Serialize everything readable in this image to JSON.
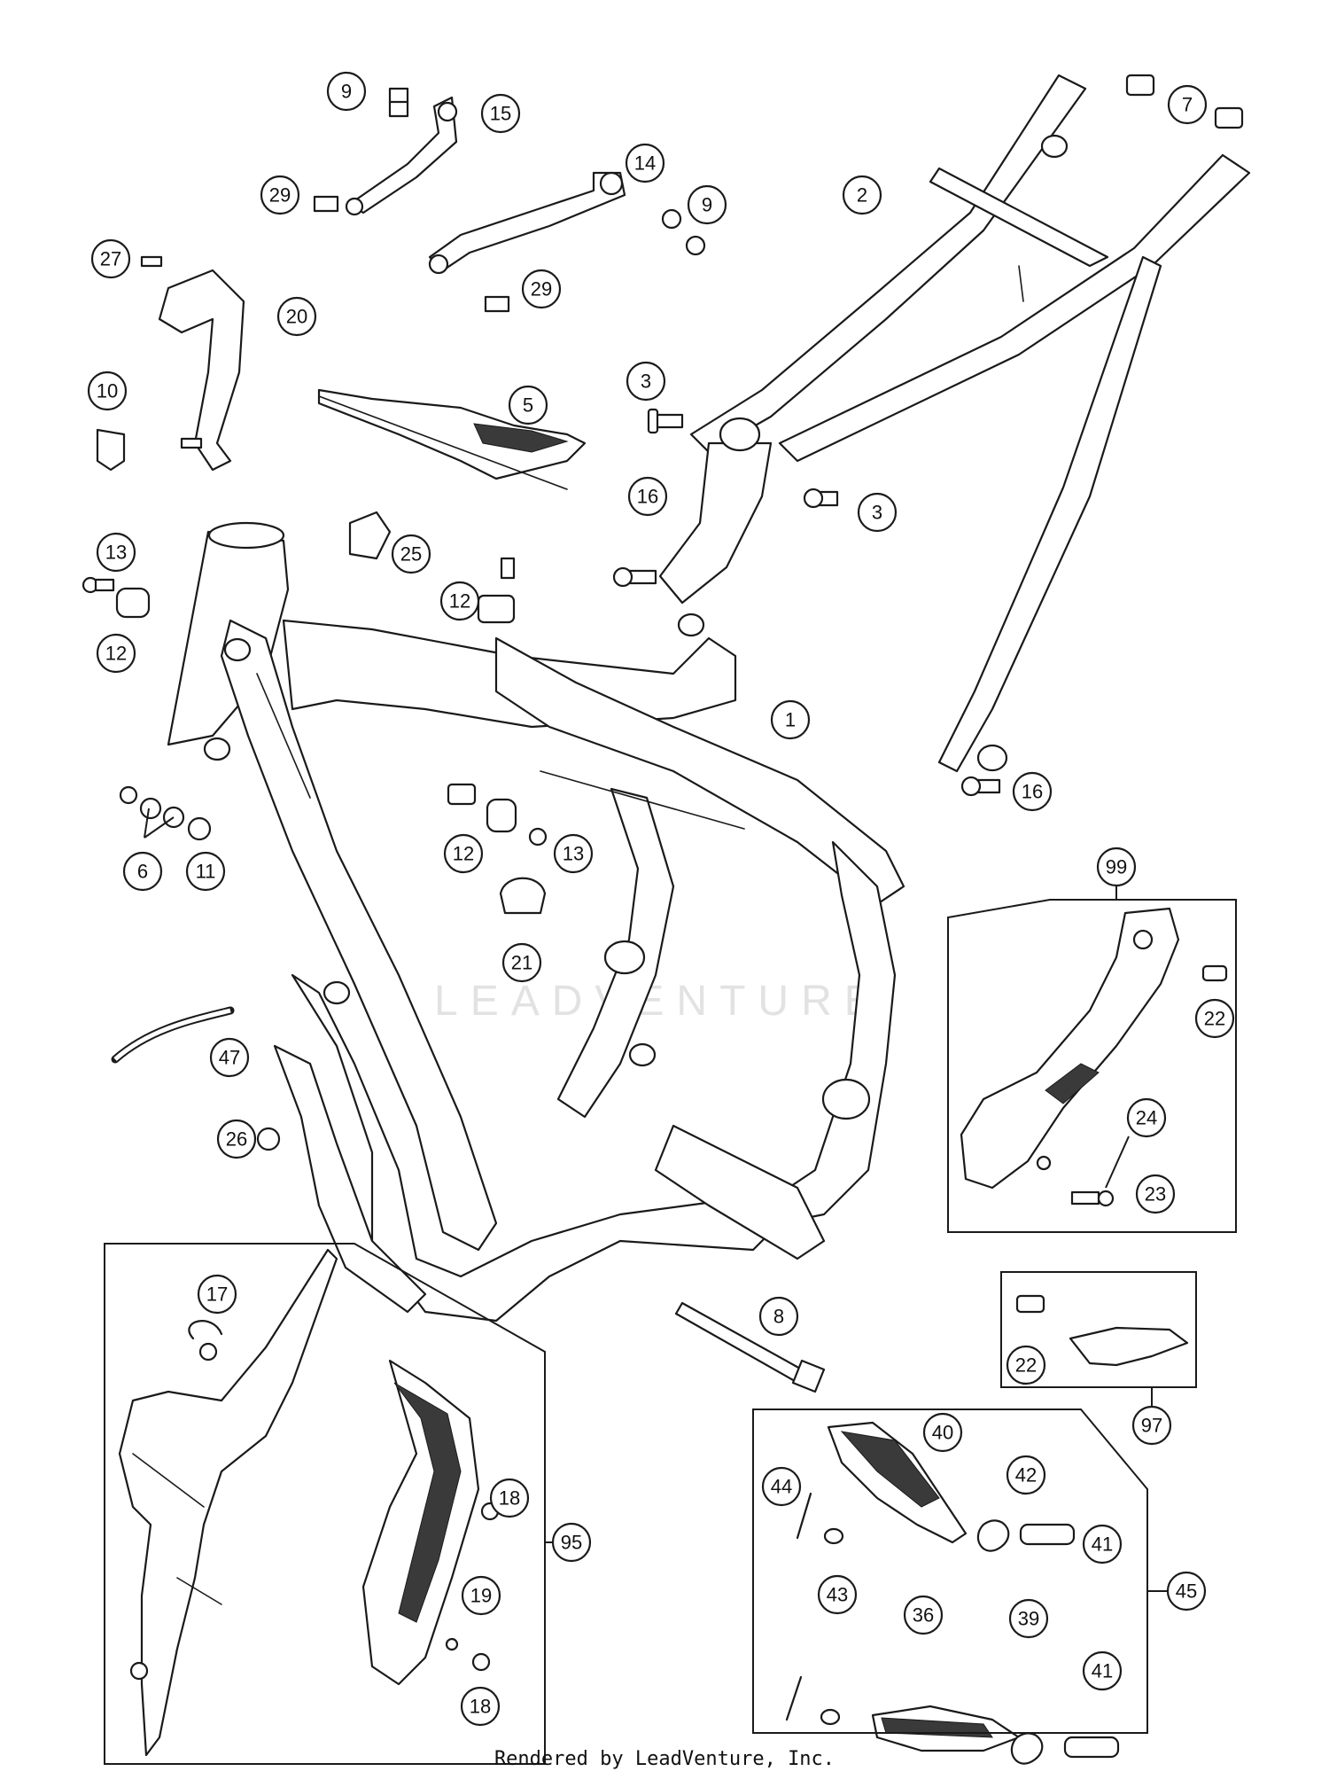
{
  "watermark": "LEADVENTURE",
  "footer": "Rendered by LeadVenture, Inc.",
  "callouts": [
    "1",
    "2",
    "3",
    "3",
    "5",
    "6",
    "7",
    "8",
    "9",
    "9",
    "10",
    "11",
    "12",
    "12",
    "12",
    "13",
    "13",
    "14",
    "15",
    "16",
    "16",
    "17",
    "18",
    "18",
    "19",
    "20",
    "21",
    "22",
    "22",
    "23",
    "24",
    "25",
    "26",
    "27",
    "29",
    "29",
    "36",
    "39",
    "40",
    "41",
    "41",
    "42",
    "43",
    "44",
    "45",
    "47",
    "95",
    "97",
    "99"
  ]
}
